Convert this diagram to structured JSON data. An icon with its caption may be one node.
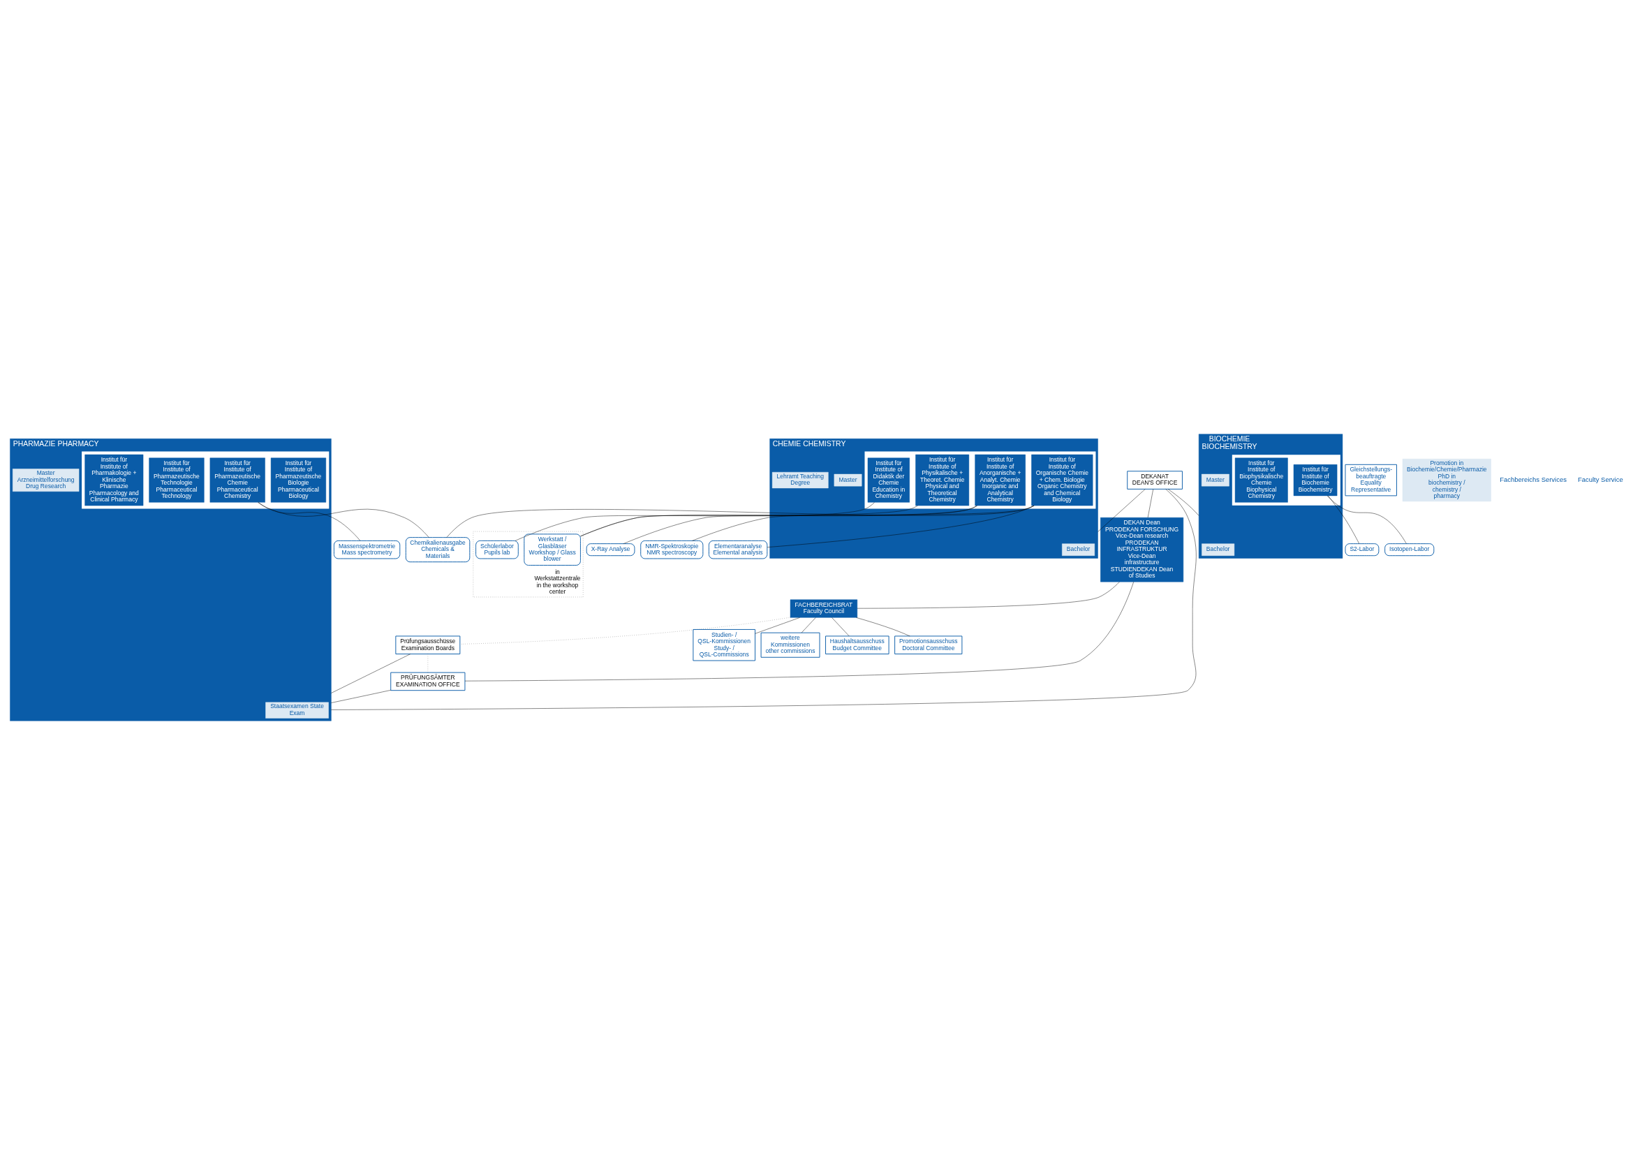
{
  "diagram": {
    "nodes": [
      {
        "text": [
          "DEKAN Dean",
          "PRODEKAN FORSCHUNG Vice-Dean research",
          "PRODEKAN INFRASTRUKTUR Vice-Dean infrastructure",
          "STUDIENDEKAN Dean of Studies"
        ]
      },
      {
        "text": [
          "FACHBEREICHSRAT",
          "Faculty Council"
        ]
      },
      {
        "text": [
          "Haushaltsausschuss",
          "Budget Committee"
        ]
      },
      {
        "text": [
          "Promotionsausschuss",
          "Doctoral Committee"
        ]
      },
      {
        "text": [
          "Prüfungsausschüsse",
          "Examination Boards"
        ]
      },
      {
        "text": [
          "Studien- / QSL-Kommissionen",
          "Study- / QSL-Commissions"
        ]
      },
      {
        "text": [
          "DEKANAT",
          "DEAN'S OFFICE"
        ]
      },
      {
        "text": [
          "PRÜFUNGSÄMTER",
          "EXAMINATION OFFICE"
        ]
      },
      {
        "text": [
          "weitere Kommissionen",
          "other commissions"
        ]
      },
      {
        "text": [
          "Gleichstellungs- beauftragte",
          "Equality Representative"
        ]
      },
      {
        "text": [
          "BIOCHEMIE BIOCHEMISTRY"
        ]
      },
      {
        "text": [
          "Bachelor"
        ],
        "in": 10
      },
      {
        "text": [
          "Master"
        ],
        "in": 10
      },
      {
        "text": [
          "CHEMIE CHEMISTRY"
        ]
      },
      {
        "text": [
          "Bachelor"
        ],
        "in": 13
      },
      {
        "text": [
          "Master"
        ],
        "in": 13
      },
      {
        "text": [
          "Lehramt Teaching Degree"
        ],
        "in": 13
      },
      {
        "text": [
          "PHARMAZIE PHARMACY"
        ]
      },
      {
        "text": [
          "Staatsexamen State Exam"
        ],
        "in": 17
      },
      {
        "text": [
          "Master",
          "Arzneimittelforschung Drug Research"
        ],
        "in": 17
      },
      {
        "text": [
          "Promotion in Biochemie/Chemie/Pharmazie",
          "PhD in biochemistry / chemistry / pharmacy"
        ]
      },
      {
        "text": [],
        "shape": "box",
        "in": 10
      },
      {
        "text": [
          "Institut für Institute of",
          "Biochemie",
          "Biochemistry"
        ],
        "in": 21
      },
      {
        "text": [
          "Institut für Institute of",
          "Biophysikalische Chemie",
          "Biophysical Chemistry"
        ],
        "in": 21
      },
      {
        "text": [],
        "shape": "box",
        "in": 13
      },
      {
        "text": [
          "Institut für Institute of",
          "Didaktik der Chemie",
          "Education in Chemistry"
        ],
        "in": 24
      },
      {
        "text": [
          "Institut für Institute of",
          "Anorganische + Analyt. Chemie",
          "Inorganic and Analytical Chemistry"
        ],
        "in": 24
      },
      {
        "text": [
          "Institut für Institute of",
          "Physikalische + Theoret. Chemie",
          "Physical and Theoretical Chemistry"
        ],
        "in": 24
      },
      {
        "text": [
          "Institut für Institute of",
          "Organische Chemie + Chem. Biologie",
          "Organic Chemistry and Chemical Biology"
        ],
        "in": 24
      },
      {
        "text": [],
        "shape": "box",
        "in": 17
      },
      {
        "text": [
          "Institut für Institute of",
          "Pharmazeutische Biologie",
          "Pharmaceutical Biology"
        ],
        "in": 29
      },
      {
        "text": [
          "Institut für Institute of",
          "Pharmazeutische Chemie",
          "Pharmaceutical Chemistry"
        ],
        "in": 29
      },
      {
        "text": [
          "Institut für Institute of",
          "Pharmazeutische Technologie",
          "Pharmaceutical Technology"
        ],
        "in": 29
      },
      {
        "text": [
          "Institut für Institute of",
          "Pharmakologie + Klinische Pharmazie",
          "Pharmacology and Clinical Pharmacy"
        ],
        "in": 29
      },
      {
        "text": [
          "in Werkstattzentrale in the workshop center"
        ]
      },
      {
        "text": [
          "S2-Labor"
        ]
      },
      {
        "text": [
          "Schülerlabor",
          "Pupils lab"
        ],
        "in": 34
      },
      {
        "text": [
          "X-Ray Analyse"
        ]
      },
      {
        "text": [
          "Chemikalienausgabe",
          "Chemicals & Materials"
        ]
      },
      {
        "text": [
          "Massenspektrometrie",
          "Mass spectrometry"
        ]
      },
      {
        "text": [
          "Isotopen-Labor"
        ]
      },
      {
        "text": [
          "Werkstatt / Glasbläser",
          "Workshop / Glass blower"
        ],
        "in": 34
      },
      {
        "text": [
          "NMR-Spektroskopie",
          "NMR spectroscopy"
        ]
      },
      {
        "text": [
          "Elementaranalyse",
          "Elemental analysis"
        ]
      }
    ],
    "edges": [
      {
        "from": 0,
        "to": 1,
        "arrow": "none"
      },
      {
        "from": 6,
        "to": 0,
        "arrow": "none"
      },
      {
        "from": 0,
        "to": 7,
        "arrow": "none"
      },
      {
        "from": 1,
        "to": 4,
        "arrow": "none",
        "style": "dashed"
      },
      {
        "from": 4,
        "to": 7,
        "arrow": "none",
        "style": "dashed"
      },
      {
        "from": 1,
        "to": 2,
        "arrow": "none"
      },
      {
        "from": 1,
        "to": 3,
        "arrow": "none"
      },
      {
        "from": 1,
        "to": 5,
        "arrow": "none"
      },
      {
        "from": 1,
        "to": 8,
        "arrow": "none"
      },
      {
        "from": 6,
        "to": 10,
        "arrow": "none"
      },
      {
        "from": 6,
        "to": 13,
        "arrow": "none"
      },
      {
        "from": 6,
        "to": 17,
        "arrow": "none"
      },
      {
        "from": 4,
        "to": 17,
        "arrow": "none"
      },
      {
        "from": 7,
        "to": 17,
        "arrow": "none"
      },
      {
        "from": 22,
        "to": 35,
        "arrow": "none"
      },
      {
        "from": 22,
        "to": 40,
        "arrow": "none"
      },
      {
        "from": 25,
        "to": 36,
        "arrow": "none"
      },
      {
        "from": 26,
        "to": 41,
        "arrow": "none"
      },
      {
        "from": 27,
        "to": 41,
        "arrow": "none"
      },
      {
        "from": 26,
        "to": 37,
        "arrow": "none"
      },
      {
        "from": 28,
        "to": 38,
        "arrow": "none"
      },
      {
        "from": 31,
        "to": 38,
        "arrow": "none"
      },
      {
        "from": 31,
        "to": 39,
        "arrow": "none"
      },
      {
        "from": 28,
        "to": 42,
        "arrow": "none"
      },
      {
        "from": 28,
        "to": 43,
        "arrow": "none"
      }
    ],
    "labels": [
      "Fachbereichs Services",
      "Faculty Service"
    ]
  }
}
